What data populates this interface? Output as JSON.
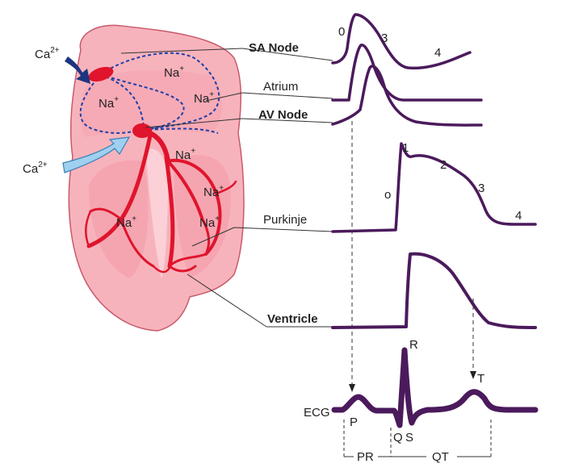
{
  "ions": {
    "ca_top": "Ca",
    "ca_top_sup": "2+",
    "ca_bottom": "Ca",
    "ca_bottom_sup": "2+",
    "na": "Na",
    "na_sup": "+"
  },
  "labels": {
    "sa_node": "SA Node",
    "atrium": "Atrium",
    "av_node": "AV Node",
    "purkinje": "Purkinje",
    "ventricle": "Ventricle",
    "ecg": "ECG"
  },
  "phases": {
    "sa_0": "0",
    "sa_3": "3",
    "sa_4": "4",
    "pk_0": "o",
    "pk_1": "1",
    "pk_2": "2",
    "pk_3": "3",
    "pk_4": "4"
  },
  "ecg": {
    "p": "P",
    "q": "Q",
    "r": "R",
    "s": "S",
    "t": "T",
    "pr": "PR",
    "qt": "QT"
  },
  "colors": {
    "trace": "#4b1a5c",
    "heart_fill": "#f7b3bc",
    "heart_stroke": "#c85a6a",
    "conduction": "#e0142c",
    "pathway": "#1d3fa8",
    "ca_dark": "#1d3580",
    "ca_light": "#9fd0ef"
  }
}
